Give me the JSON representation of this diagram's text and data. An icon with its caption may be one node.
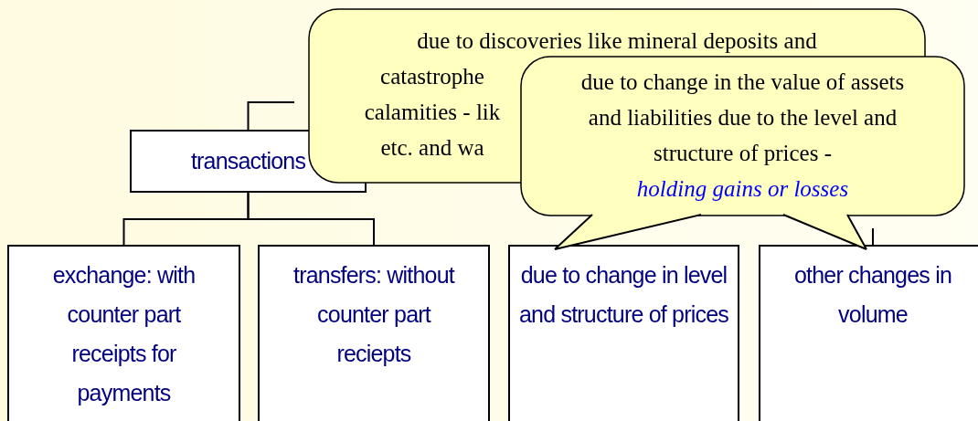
{
  "diagram": {
    "nodes": [
      {
        "text": [
          "transactions"
        ]
      },
      {
        "text": [
          "exchange: with counter part receipts for payments"
        ]
      },
      {
        "text": [
          "transfers: without counter part reciepts"
        ]
      },
      {
        "text": [
          "due to change in level and structure of prices"
        ]
      },
      {
        "text": [
          "other changes in volume"
        ]
      },
      {
        "text": [
          "due to discoveries like mineral deposits and",
          "catastrophe calamities - lik etc. and wa"
        ]
      },
      {
        "text": [
          "due to change in the value of assets and liabilities due to the level and structure of prices -",
          "holding gains or losses"
        ]
      }
    ],
    "edges": [
      {
        "from": 0,
        "to": 1,
        "arrow": "none"
      },
      {
        "from": 0,
        "to": 2,
        "arrow": "none"
      },
      {
        "from": null,
        "to": 0,
        "arrow": "none"
      },
      {
        "from": null,
        "to": 4,
        "arrow": "none"
      },
      {
        "from": 6,
        "to": 4,
        "arrow": "none"
      },
      {
        "from": 6,
        "to": 3,
        "arrow": "none"
      }
    ]
  }
}
